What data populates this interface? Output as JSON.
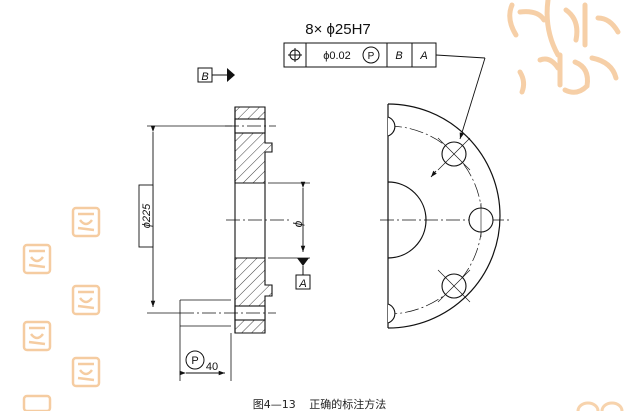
{
  "callout_top": "8× ϕ25H7",
  "position_frame": {
    "symbol": "position-crosshair-icon",
    "tolerance": "ϕ0.02",
    "modifier": "P",
    "datum_1": "B",
    "datum_2": "A"
  },
  "datum_b_label": "B",
  "datum_a_label": "A",
  "dim_225": "ϕ225",
  "dim_phi": "ϕ",
  "projected_symbol": "P",
  "projected_value": "40",
  "caption": {
    "number": "图4—13",
    "text": "正确的标注方法"
  },
  "colors": {
    "line": "#111111",
    "watermark": "#f3c08a"
  }
}
